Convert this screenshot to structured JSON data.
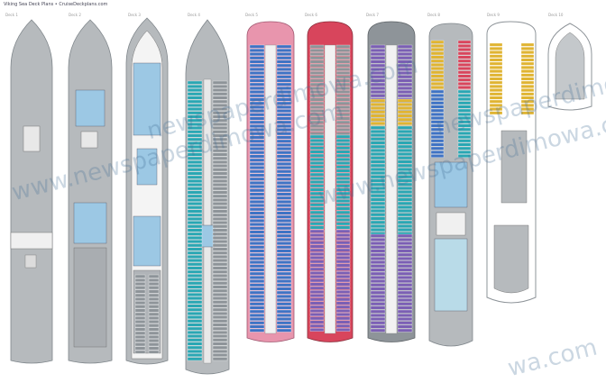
{
  "header": {
    "title": "Viking Sea Deck Plans • CruiseDeckplans.com"
  },
  "decks": [
    {
      "label": "Deck 1"
    },
    {
      "label": "Deck 2"
    },
    {
      "label": "Deck 3"
    },
    {
      "label": "Deck 4"
    },
    {
      "label": "Deck 5"
    },
    {
      "label": "Deck 6"
    },
    {
      "label": "Deck 7"
    },
    {
      "label": "Deck 8"
    },
    {
      "label": "Deck 9"
    },
    {
      "label": "Deck 10"
    }
  ],
  "watermarks": [
    "www.newspaperdimowa.com",
    "newspaperdimowa.com",
    "www.newspaperdimowa.com",
    "newspaperdimowa.com",
    "wa.com"
  ],
  "colors": {
    "hull": "#b6babd",
    "hull_dark": "#8e9499",
    "water": "#9cc8e4",
    "cabin_blue": "#3f73c4",
    "cabin_purple": "#7b5fb4",
    "cabin_teal": "#2aa7b3",
    "cabin_yellow": "#e0b432",
    "cabin_red": "#d8455c",
    "cabin_green": "#3b9c74",
    "pink_hull": "#e895ad"
  }
}
